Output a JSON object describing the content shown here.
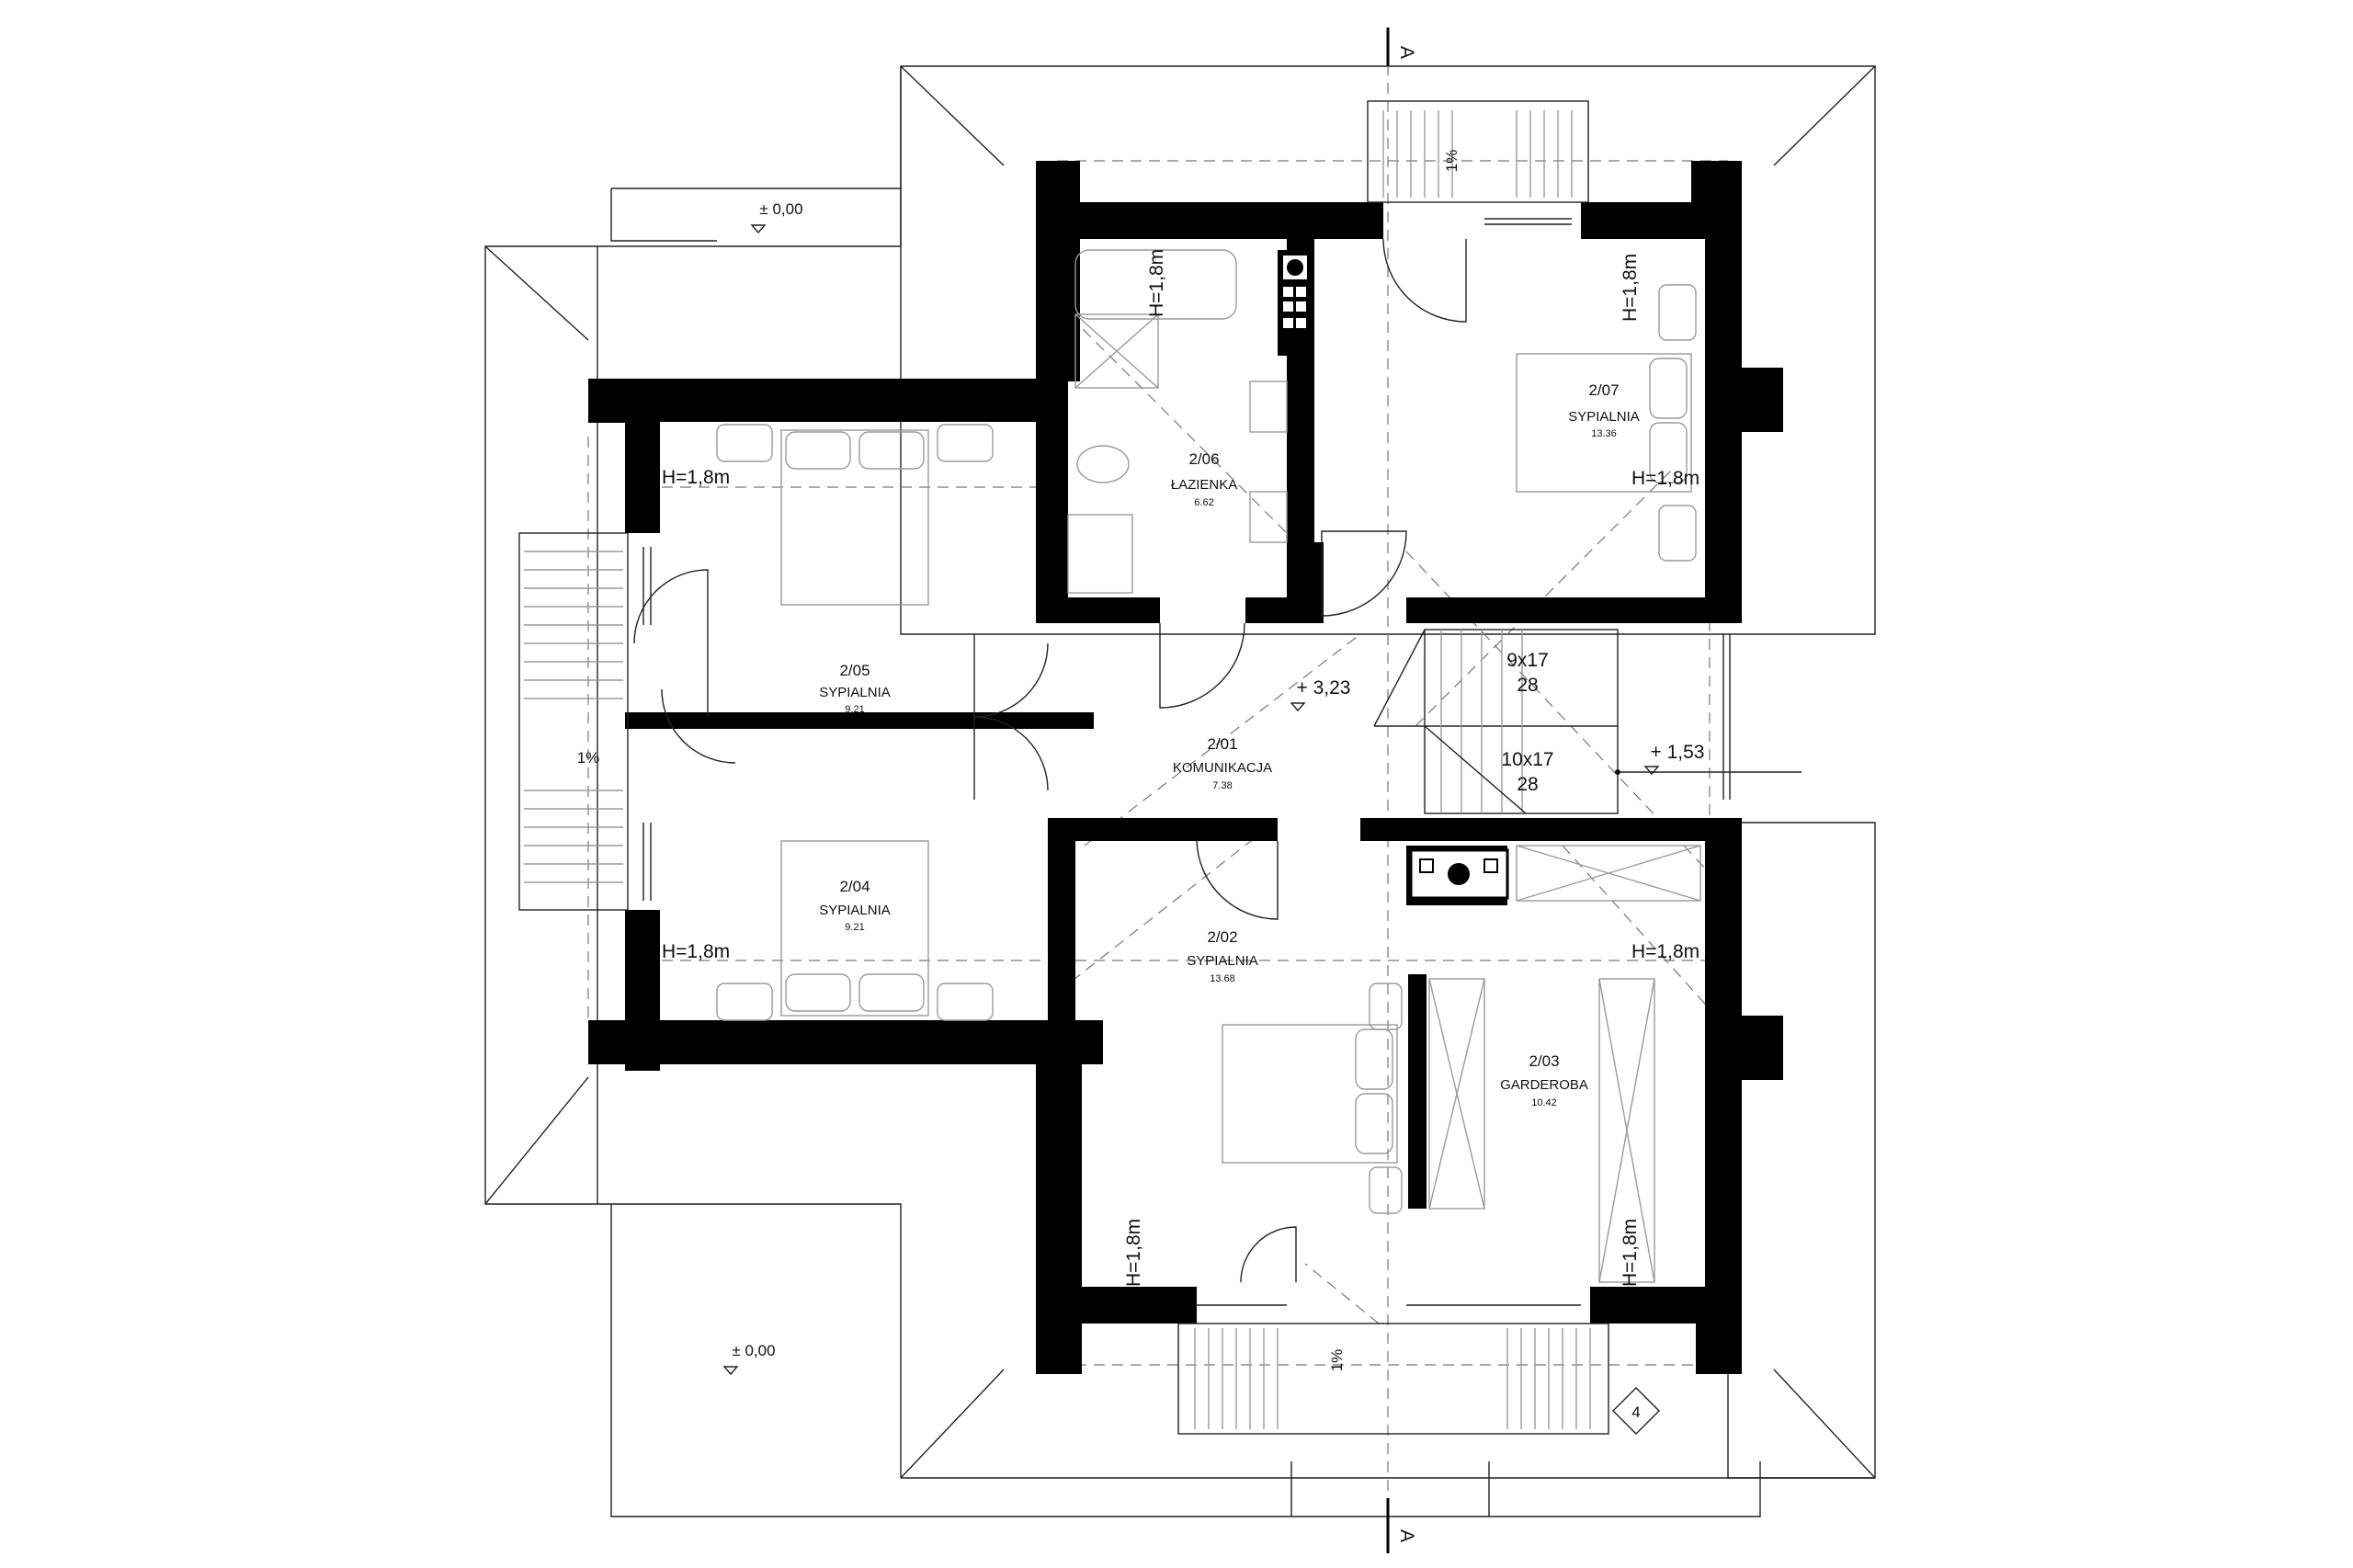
{
  "rooms": [
    {
      "id": "2/01",
      "name": "KOMUNIKACJA",
      "area": "7.38"
    },
    {
      "id": "2/02",
      "name": "SYPIALNIA",
      "area": "13.68"
    },
    {
      "id": "2/03",
      "name": "GARDEROBA",
      "area": "10.42"
    },
    {
      "id": "2/04",
      "name": "SYPIALNIA",
      "area": "9.21"
    },
    {
      "id": "2/05",
      "name": "SYPIALNIA",
      "area": "9.21"
    },
    {
      "id": "2/06",
      "name": "ŁAZIENKA",
      "area": "6.62"
    },
    {
      "id": "2/07",
      "name": "SYPIALNIA",
      "area": "13.36"
    }
  ],
  "headroom_label": "H=1,8m",
  "levels": {
    "ground_top": "± 0,00",
    "ground_bottom": "± 0,00",
    "landing": "+ 3,23",
    "stairs_mid": "+ 1,53"
  },
  "stairs": {
    "upper_count": "9x17",
    "upper_tread": "28",
    "lower_count": "10x17",
    "lower_tread": "28"
  },
  "slope_label": "1%",
  "section_marker": "A",
  "elevation_marker": "4"
}
